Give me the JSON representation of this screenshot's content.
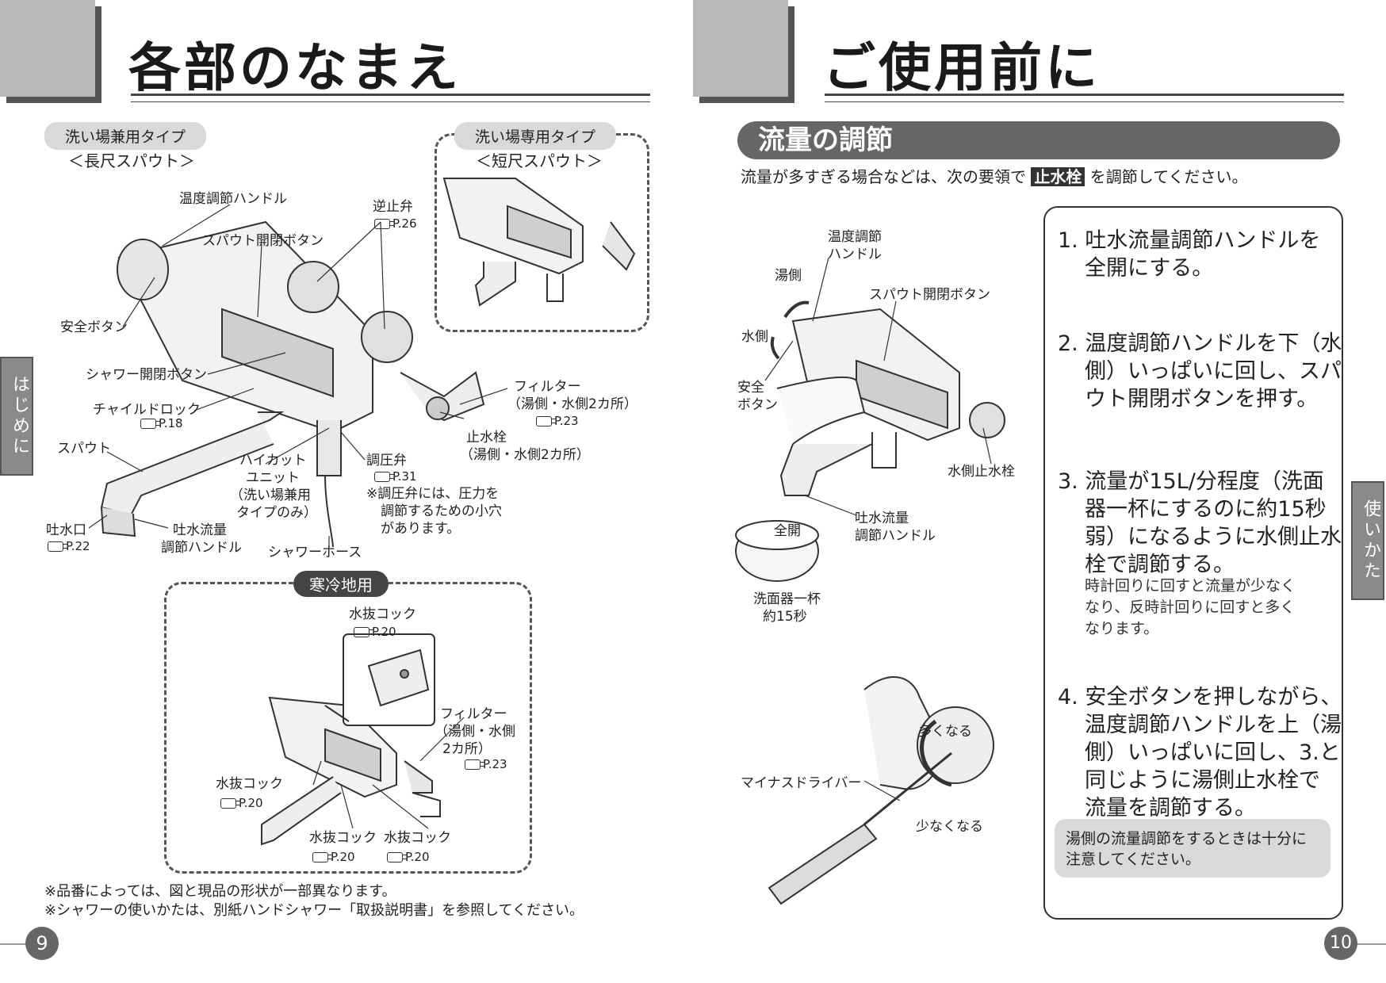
{
  "left_page": {
    "title": "各部のなまえ",
    "page_number": "9",
    "side_tab": "はじめに",
    "type_wash": "洗い場兼用タイプ",
    "spout_long": "＜長尺スパウト＞",
    "type_wash_only": "洗い場専用タイプ",
    "spout_short": "＜短尺スパウト＞",
    "labels": {
      "temp_handle": "温度調節ハンドル",
      "spout_button": "スパウト開閉ボタン",
      "check_valve": "逆止弁",
      "check_valve_ref": "P.26",
      "safety_button": "安全ボタン",
      "shower_button": "シャワー開閉ボタン",
      "child_lock": "チャイルドロック",
      "child_lock_ref": "P.18",
      "spout": "スパウト",
      "highcut_1": "ハイカット",
      "highcut_2": "ユニット",
      "highcut_3": "（洗い場兼用",
      "highcut_4": "タイプのみ）",
      "pressure_valve": "調圧弁",
      "pressure_valve_ref": "P.31",
      "pressure_note_1": "※調圧弁には、圧力を",
      "pressure_note_2": "調節するための小穴",
      "pressure_note_3": "があります。",
      "filter": "フィルター",
      "filter_sub": "（湯側・水側2カ所）",
      "filter_ref": "P.23",
      "stop_valve": "止水栓",
      "stop_valve_sub": "（湯側・水側2カ所）",
      "outlet": "吐水口",
      "outlet_ref": "P.22",
      "flow_handle_1": "吐水流量",
      "flow_handle_2": "調節ハンドル",
      "shower_hose": "シャワーホース"
    },
    "cold_region": {
      "badge": "寒冷地用",
      "drain_cock": "水抜コック",
      "drain_ref": "P.20",
      "filter": "フィルター",
      "filter_sub_1": "（湯側・水側",
      "filter_sub_2": "2カ所）",
      "filter_ref": "P.23"
    },
    "footnote_1": "※品番によっては、図と現品の形状が一部異なります。",
    "footnote_2": "※シャワーの使いかたは、別紙ハンドシャワー「取扱説明書」を参照してください。"
  },
  "right_page": {
    "title": "ご使用前に",
    "page_number": "10",
    "side_tab": "使いかた",
    "section": "流量の調節",
    "intro_before": "流量が多すぎる場合などは、次の要領で",
    "intro_tag": "止水栓",
    "intro_after": "を調節してください。",
    "labels": {
      "temp_handle_1": "温度調節",
      "temp_handle_2": "ハンドル",
      "hot_side": "湯側",
      "cold_side": "水側",
      "spout_button": "スパウト開閉ボタン",
      "safety_1": "安全",
      "safety_2": "ボタン",
      "cold_stop_valve": "水側止水栓",
      "full_open": "全開",
      "flow_handle_1": "吐水流量",
      "flow_handle_2": "調節ハンドル",
      "basin_1": "洗面器一杯",
      "basin_2": "約15秒",
      "more": "多くなる",
      "less": "少なくなる",
      "screwdriver": "マイナスドライバー"
    },
    "steps": [
      {
        "num": "1.",
        "lines": [
          "吐水流量調節ハンドルを",
          "全開にする。"
        ]
      },
      {
        "num": "2.",
        "lines": [
          "温度調節ハンドルを下（水",
          "側）いっぱいに回し、スパ",
          "ウト開閉ボタンを押す。"
        ]
      },
      {
        "num": "3.",
        "lines": [
          "流量が15L/分程度（洗面",
          "器一杯にするのに約15秒",
          "弱）になるように水側止水",
          "栓で調節する。"
        ]
      },
      {
        "num": "4.",
        "lines": [
          "安全ボタンを押しながら、",
          "温度調節ハンドルを上（湯",
          "側）いっぱいに回し、3.と",
          "同じように湯側止水栓で",
          "流量を調節する。"
        ]
      }
    ],
    "step3_note": [
      "時計回りに回すと流量が少なく",
      "なり、反時計回りに回すと多く",
      "なります。"
    ],
    "warning": [
      "湯側の流量調節をするときは十分に",
      "注意してください。"
    ]
  }
}
